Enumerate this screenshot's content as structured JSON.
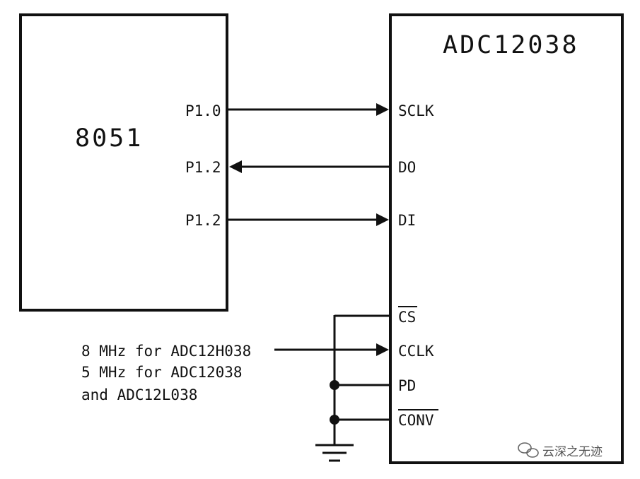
{
  "blocks": {
    "mcu": {
      "label": "8051"
    },
    "adc": {
      "label": "ADC12038"
    }
  },
  "mcu_pins": {
    "p10": "P1.0",
    "p12_in": "P1.2",
    "p12_out": "P1.2"
  },
  "adc_pins": {
    "sclk": "SCLK",
    "do": "DO",
    "di": "DI",
    "cs": "CS",
    "cclk": "CCLK",
    "pd": "PD",
    "conv": "CONV"
  },
  "clock_note": {
    "line1": "8 MHz for ADC12H038",
    "line2": "5 MHz for ADC12038",
    "line3": "and ADC12L038"
  },
  "watermark": {
    "text": "云深之无迹"
  }
}
